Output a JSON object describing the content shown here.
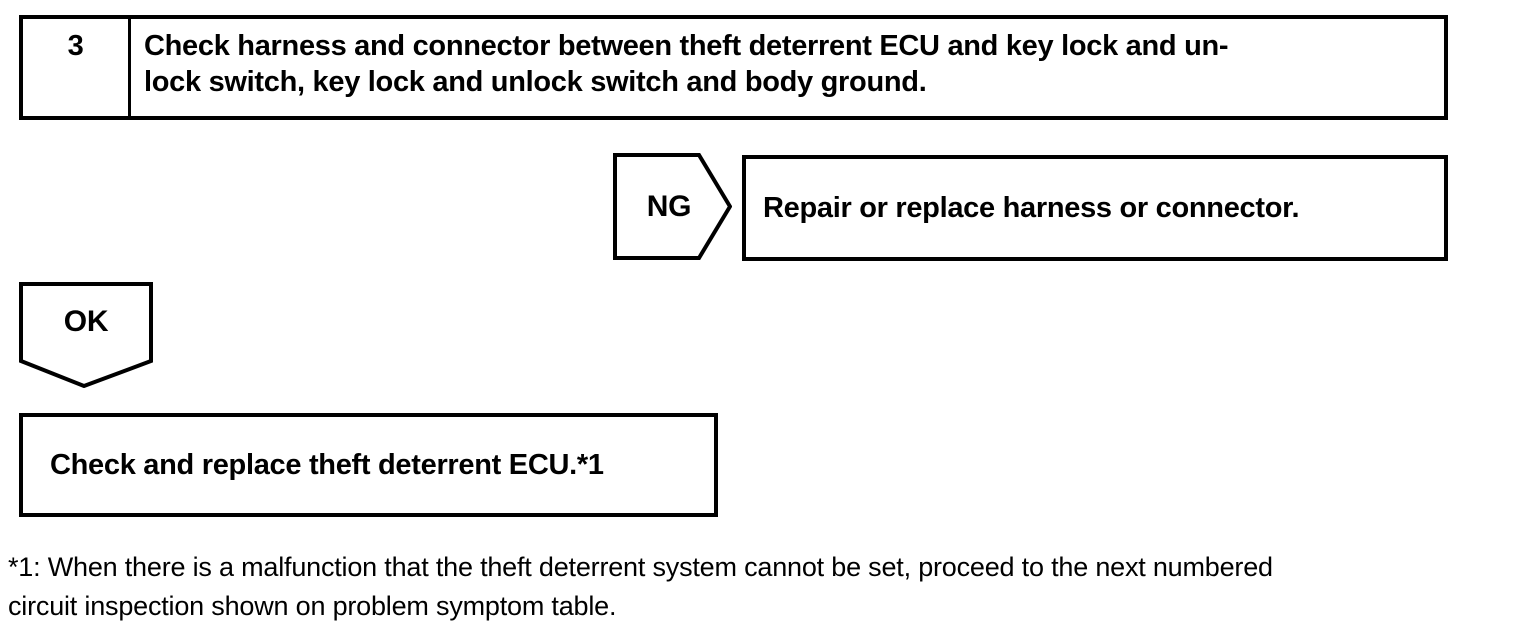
{
  "page": {
    "background": "#ffffff",
    "ink_color": "#000000"
  },
  "flowchart": {
    "step_box": {
      "number": "3",
      "instruction_lines": [
        "Check harness and connector between theft deterrent ECU and key lock and un-",
        "lock switch, key lock and unlock switch and body ground."
      ]
    },
    "ng_branch": {
      "label": "NG",
      "action": "Repair or replace harness or connector."
    },
    "ok_branch": {
      "label": "OK",
      "action": "Check and replace theft deterrent ECU.*1"
    },
    "footnote": {
      "lines": [
        "*1: When there is a malfunction that the theft deterrent system cannot be set, proceed to the next numbered",
        "circuit inspection shown on problem symptom table."
      ]
    }
  }
}
